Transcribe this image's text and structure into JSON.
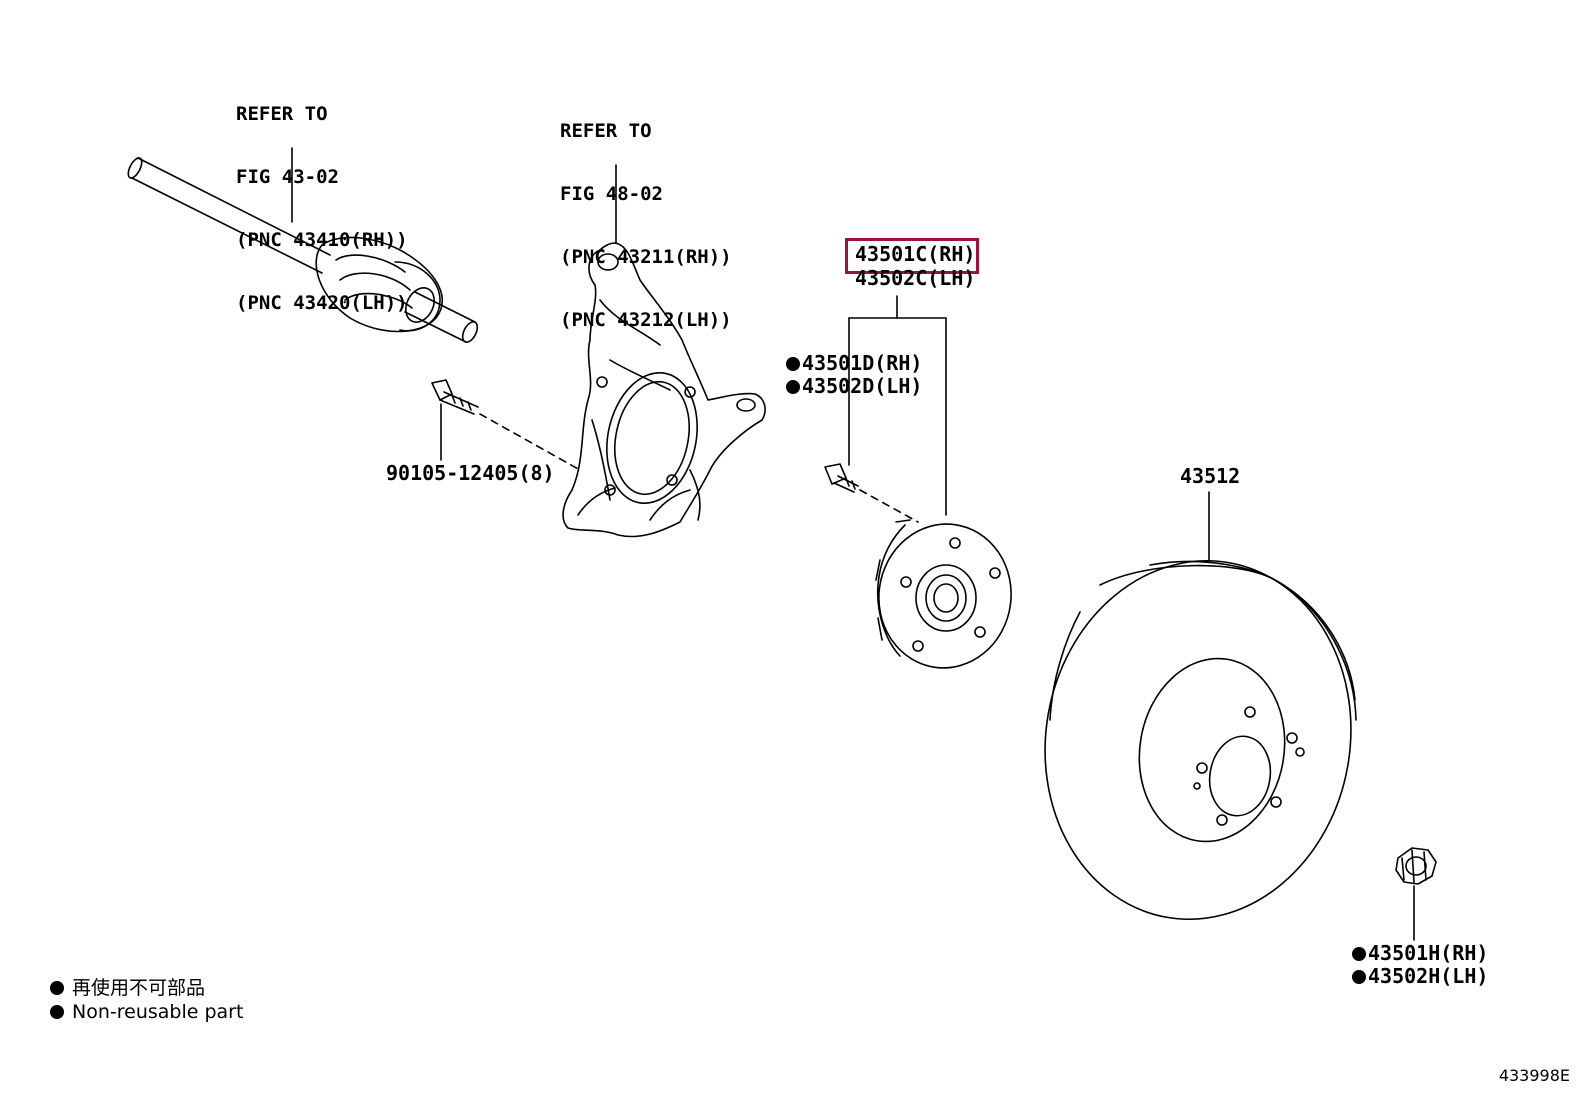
{
  "refs": {
    "driveshaft": [
      "REFER TO",
      "FIG 43-02",
      "(PNC 43410(RH))",
      "(PNC 43420(LH))"
    ],
    "knuckle": [
      "REFER TO",
      "FIG 48-02",
      "(PNC 43211(RH))",
      "(PNC 43212(LH))"
    ]
  },
  "parts": {
    "hub_rh": "43501C(RH)",
    "hub_lh": "43502C(LH)",
    "bolt_rh": "43501D(RH)",
    "bolt_lh": "43502D(LH)",
    "knuckle_bolt": "90105-12405(8)",
    "rotor": "43512",
    "nut_rh": "43501H(RH)",
    "nut_lh": "43502H(LH)"
  },
  "legend": {
    "jp": "再使用不可部品",
    "en": "Non-reusable part"
  },
  "figure_number": "433998E",
  "colors": {
    "highlight": "#a31035",
    "line": "#000000"
  },
  "icons": {
    "non_reusable_marker": "filled-circle"
  }
}
